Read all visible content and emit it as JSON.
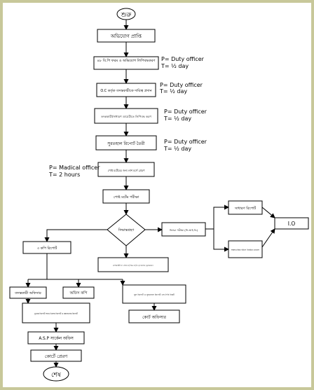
{
  "nodes": {
    "start": "শুরু",
    "complaint_received": "অভিযোগ প্রাপ্তি",
    "gd_and_complaint": "৪৮ বি.পি ফরম ও অভিযোগ লিপিবদ্ধকরণ",
    "oc_assign": "O.C কর্তৃক তদন্তকারীকে দায়িত্ব প্রদান",
    "investigation_officer": "তদন্তকারী/সাধারণ ডায়েরীতে লিপিবদ্ধ করণ",
    "inquest_report": "সুরতহাল রিপোর্ট তৈরী",
    "body_to_morgue": "পোষ্ট মর্টেমের জন্য লাশ মর্গে প্রেরণ",
    "postmortem": "পোষ্ট মর্টেম পরীক্ষা",
    "decision": "সিদ্ধান্তগ্রহণ",
    "viscera_test": "ভিসরা পরীক্ষা (সি.আই.ডি)",
    "general_report": "সাধারণ রিপোর্ট",
    "io": "I.O",
    "if_found_case": "অস্বাভাবিক হইলে নিয়মিত মামলা",
    "three_copies": "৩ কপি রিপোর্ট",
    "magistrate_inquest": "ম্যাজিস্ট্রেট বা পৌর কর্তৃপক্ষ কর্তৃক মৃতদেহের চূড়ান্তকরণ",
    "investigating_officer": "তদন্তকারী অফিসার",
    "office_copy": "অফিস কপি",
    "final_report": "মূল রিপোর্ট ও সুরতহাল রিপোর্ট এস.পি'র নিকট",
    "final_with_viscera": "চূড়ান্ত রিপোর্ট সাথে ভিসরা রিপোর্ট ও ময়নাতদন্ত রিপোর্ট",
    "court_officer": "কোর্ট অফিসার",
    "asp_circle": "A.S.P সার্কেল অফিস",
    "court_send": "কোর্টে প্রেরণ",
    "end": "শেষ"
  },
  "notes": {
    "n1_p": "P= Duty officer",
    "n1_t": "T= ½ day",
    "n2_p": "P= Duty officer",
    "n2_t": "T= ½ day",
    "n3_p": "P= Duty officer",
    "n3_t": "T= ½ day",
    "n4_p": "P= Duty officer",
    "n4_t": "T= ½ day",
    "n5_p": "P= Madical officer",
    "n5_t": "T= 2 hours"
  },
  "colors": {
    "frame": "#c8c89a",
    "line": "#000000"
  }
}
